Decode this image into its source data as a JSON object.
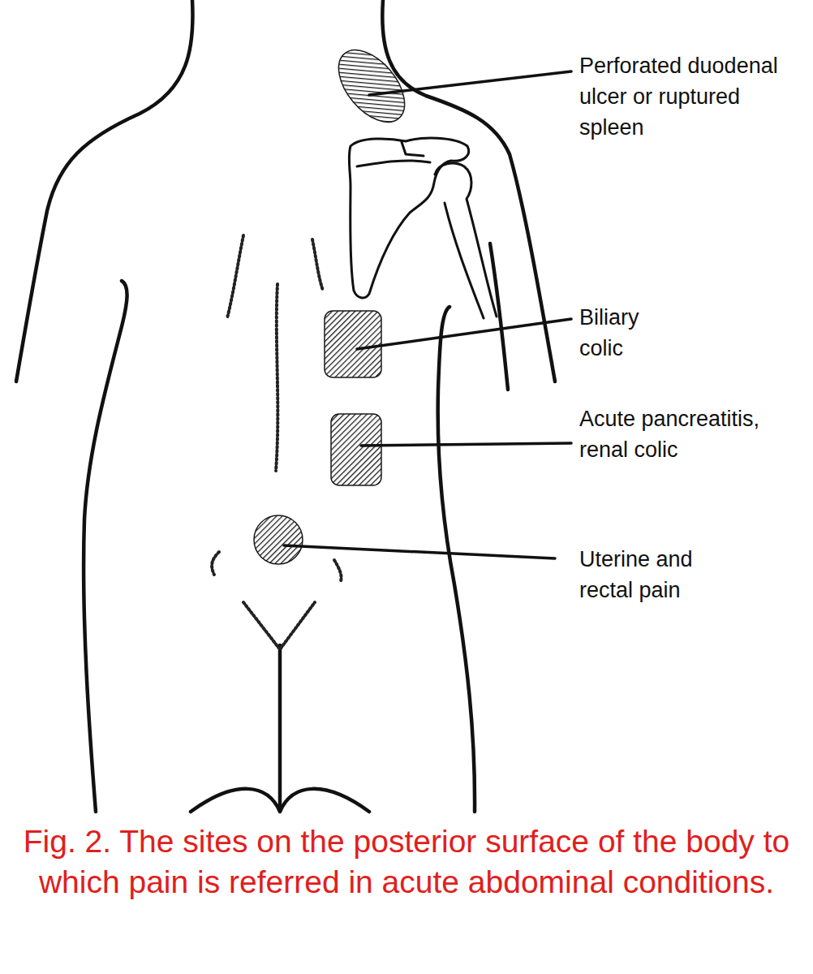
{
  "diagram": {
    "caption": "Fig. 2. The sites on the posterior surface of the body to which pain is referred in acute abdominal conditions.",
    "labels": [
      "Perforated duodenal ulcer or ruptured spleen",
      "Biliary colic",
      "Acute pancreatitis, renal colic",
      "Uterine and rectal pain"
    ]
  }
}
